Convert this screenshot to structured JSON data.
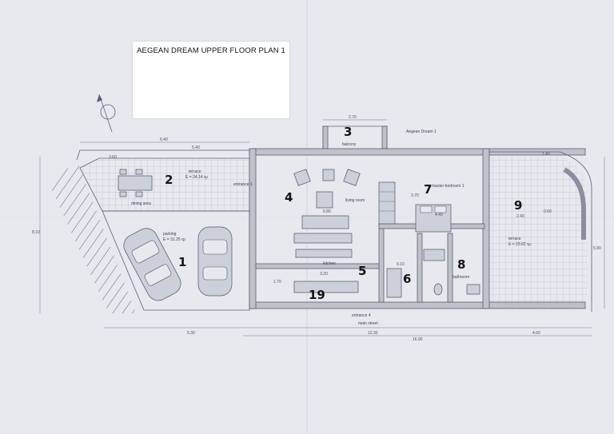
{
  "title": "AEGEAN DREAM UPPER FLOOR PLAN 1",
  "room_numbers": [
    "1",
    "2",
    "3",
    "4",
    "5",
    "6",
    "7",
    "8",
    "9",
    "19"
  ],
  "labels": {
    "terrace_left": "terrace",
    "terrace_left_area": "E = 34.14 τμ",
    "dining": "dining area",
    "entrance1": "entrance 1",
    "balcony": "balcony",
    "aegean": "Aegean Dream 1",
    "living": "living room",
    "master": "master bedroom 1",
    "terrace_right": "terrace",
    "terrace_right_area": "E = 23.62 τμ",
    "parking": "parking",
    "parking_area": "E = 31.25 τμ",
    "kitchen": "kitchen",
    "bathroom": "bathroom",
    "entrance4": "entrance 4",
    "main_street": "main street"
  },
  "dimensions": {
    "d_top_640": "6.40",
    "d_top_540": "5.40",
    "d_360": "3.60",
    "d_270": "2.70",
    "d_140": "1.40",
    "d_810": "8.10",
    "d_590": "5.90",
    "d_530": "5.30",
    "d_1230": "12.30",
    "d_1690": "16.90",
    "d_460": "4.60",
    "d_170": "1.70",
    "d_320": "3.20",
    "d_680": "6.80",
    "d_440": "4.40",
    "d_240": "2.40",
    "d_060": "0.60",
    "d_370": "3.70",
    "d_010": "0.10"
  },
  "colors": {
    "paper": "#e7e9ef",
    "ink": "#59607a",
    "title_box": "#ffffff",
    "numbers": "#141414"
  }
}
